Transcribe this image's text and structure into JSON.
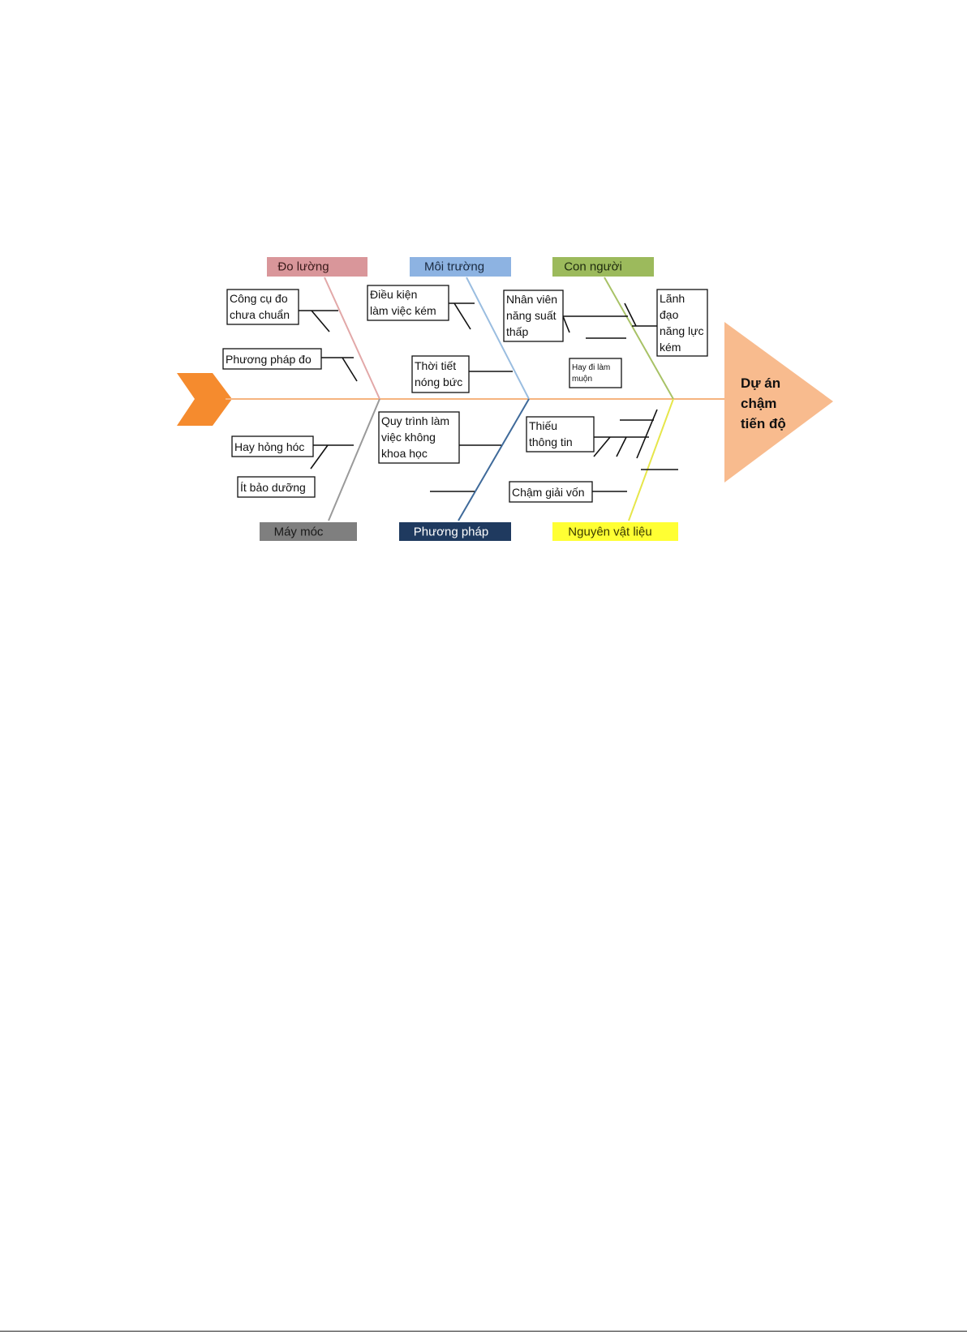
{
  "effect": {
    "lines": [
      "Dự án",
      "chậm",
      "tiến độ"
    ],
    "color": "#f8bb8e"
  },
  "spine_color": "#f6b47f",
  "tail_color": "#f58b2e",
  "categories": [
    {
      "label": "Đo lường",
      "color": "#d9969a",
      "text_color": "#3a1a1a",
      "bone_color": "#e2a8a8"
    },
    {
      "label": "Môi trường",
      "color": "#8db3e2",
      "text_color": "#1a2a40",
      "bone_color": "#9abde0"
    },
    {
      "label": "Con người",
      "color": "#9cba5c",
      "text_color": "#1e2a0e",
      "bone_color": "#a8c266"
    },
    {
      "label": "Máy móc",
      "color": "#7f7f7f",
      "text_color": "#1a1a1a",
      "bone_color": "#9a9a9a"
    },
    {
      "label": "Phương pháp",
      "color": "#1f3a5f",
      "text_color": "#ffffff",
      "bone_color": "#3f6a9a"
    },
    {
      "label": "Nguyên vật liệu",
      "color": "#ffff33",
      "text_color": "#3a3a00",
      "bone_color": "#e6e64a"
    }
  ],
  "causes": [
    {
      "lines": [
        "Công cụ đo",
        "chưa chuẩn"
      ]
    },
    {
      "lines": [
        "Phương pháp đo"
      ]
    },
    {
      "lines": [
        "Điều kiện",
        "làm việc kém"
      ]
    },
    {
      "lines": [
        "Thời tiết",
        "nóng bức"
      ]
    },
    {
      "lines": [
        "Nhân viên",
        "năng suất",
        "thấp"
      ]
    },
    {
      "lines": [
        "Hay đi làm",
        "muộn"
      ]
    },
    {
      "lines": [
        "Lãnh",
        "đạo",
        "năng lực",
        "kém"
      ]
    },
    {
      "lines": [
        "Hay hỏng hóc"
      ]
    },
    {
      "lines": [
        "Ít bảo dưỡng"
      ]
    },
    {
      "lines": [
        "Quy trình làm",
        "việc không",
        "khoa học"
      ]
    },
    {
      "lines": [
        "Thiếu",
        "thông tin"
      ]
    },
    {
      "lines": [
        "Chậm giải vốn"
      ]
    }
  ]
}
